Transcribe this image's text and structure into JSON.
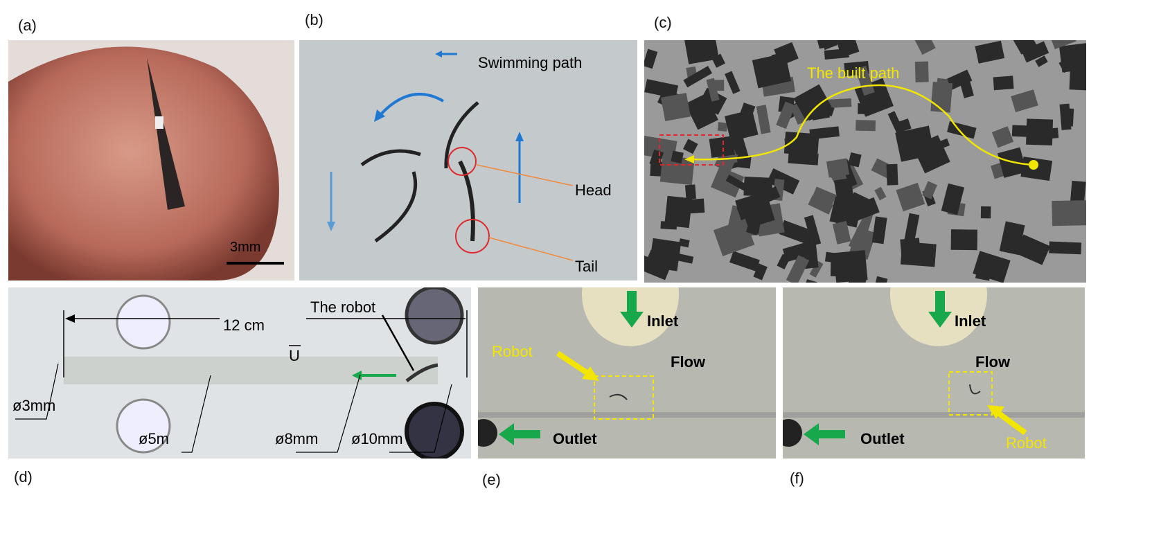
{
  "panels": {
    "a": {
      "label": "(a)",
      "scale_bar": "3mm"
    },
    "b": {
      "label": "(b)",
      "legend": "Swimming path",
      "head": "Head",
      "tail": "Tail"
    },
    "c": {
      "label": "(c)",
      "path_label": "The built path"
    },
    "d": {
      "label": "(d)",
      "length": "12 cm",
      "robot": "The robot",
      "velocity": "U",
      "d3": "ø3mm",
      "d5": "ø5m",
      "d8": "ø8mm",
      "d10": "ø10mm"
    },
    "e": {
      "label": "(e)",
      "inlet": "Inlet",
      "flow": "Flow",
      "outlet": "Outlet",
      "robot": "Robot"
    },
    "f": {
      "label": "(f)",
      "inlet": "Inlet",
      "flow": "Flow",
      "outlet": "Outlet",
      "robot": "Robot"
    }
  },
  "colors": {
    "path": "#f2e600",
    "arrow_blue": "#1f78d1",
    "arrow_green": "#16a84a",
    "circle": "#e0282c",
    "leader": "#f08a3c",
    "box_red": "#e0282c"
  }
}
